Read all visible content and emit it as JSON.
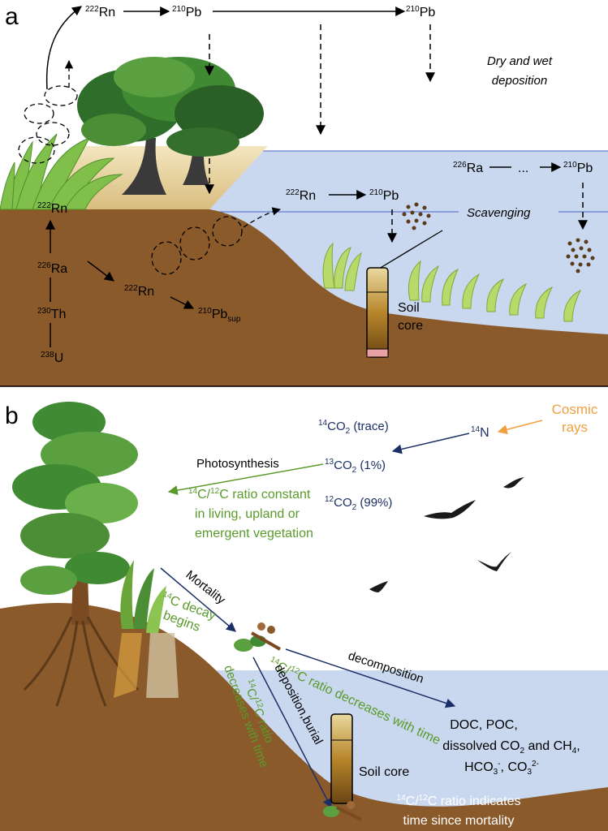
{
  "colors": {
    "soil": "#8b5a2b",
    "water": "#c9d8ee",
    "sand": "#e8d6a6",
    "green_text": "#5a9a2a",
    "navy_text": "#1c2e66",
    "orange": "#f0a040",
    "core_fill": "#b8862a"
  },
  "panel_a": {
    "letter": "a",
    "top_rn": {
      "mass": "222",
      "sym": "Rn"
    },
    "top_pb1": {
      "mass": "210",
      "sym": "Pb"
    },
    "top_pb2": {
      "mass": "210",
      "sym": "Pb"
    },
    "deposition": [
      "Dry and wet",
      "deposition"
    ],
    "ra_right": {
      "mass": "226",
      "sym": "Ra"
    },
    "ellipsis": "...",
    "pb_right": {
      "mass": "210",
      "sym": "Pb"
    },
    "water_rn": {
      "mass": "222",
      "sym": "Rn"
    },
    "water_pb": {
      "mass": "210",
      "sym": "Pb"
    },
    "scavenging": "Scavenging",
    "grass_rn": {
      "mass": "222",
      "sym": "Rn"
    },
    "chain_ra": {
      "mass": "226",
      "sym": "Ra"
    },
    "chain_th": {
      "mass": "230",
      "sym": "Th"
    },
    "chain_u": {
      "mass": "238",
      "sym": "U"
    },
    "soil_rn": {
      "mass": "222",
      "sym": "Rn"
    },
    "pb_sup": {
      "mass": "210",
      "sym": "Pb",
      "sub": "sup"
    },
    "soil_core": [
      "Soil",
      "core"
    ]
  },
  "panel_b": {
    "letter": "b",
    "cosmic": [
      "Cosmic",
      "rays"
    ],
    "n14": {
      "mass": "14",
      "sym": "N"
    },
    "co2_14": {
      "mass": "14",
      "sym": "CO",
      "sub": "2",
      "tail": " (trace)"
    },
    "co2_13": {
      "mass": "13",
      "sym": "CO",
      "sub": "2",
      "tail": " (1%)"
    },
    "co2_12": {
      "mass": "12",
      "sym": "CO",
      "sub": "2",
      "tail": " (99%)"
    },
    "photosynthesis": "Photosynthesis",
    "ratio_constant": {
      "sup1": "14",
      "a": "C/",
      "sup2": "12",
      "b": "C ratio constant",
      "line2": "in living, upland or",
      "line3": "emergent vegetation"
    },
    "mortality": "Mortality",
    "decay": {
      "sup": "14",
      "a": "C decay",
      "line2": "begins"
    },
    "ratio_decreases": {
      "sup1": "14",
      "a": "C/",
      "sup2": "12",
      "b": "C ratio decreases with time"
    },
    "decomposition": "decomposition",
    "deposition_burial": "deposition,burial",
    "ratio_vertical": {
      "sup1": "14",
      "a": "C/",
      "sup2": "12",
      "b": "C ratio",
      "line2": "decreases with time"
    },
    "products": {
      "line1": "DOC, POC,",
      "line2a": "dissolved CO",
      "line2sub": "2",
      "line2b": " and CH",
      "line2sub2": "4",
      "line2c": ",",
      "line3a": "HCO",
      "line3sub": "3",
      "line3sup": "-",
      "line3b": ", CO",
      "line3sub2": "3",
      "line3sup2": "2-"
    },
    "soil_core": "Soil core",
    "indicates": {
      "sup1": "14",
      "a": "C/",
      "sup2": "12",
      "b": "C ratio indicates",
      "line2": "time since mortality"
    }
  }
}
